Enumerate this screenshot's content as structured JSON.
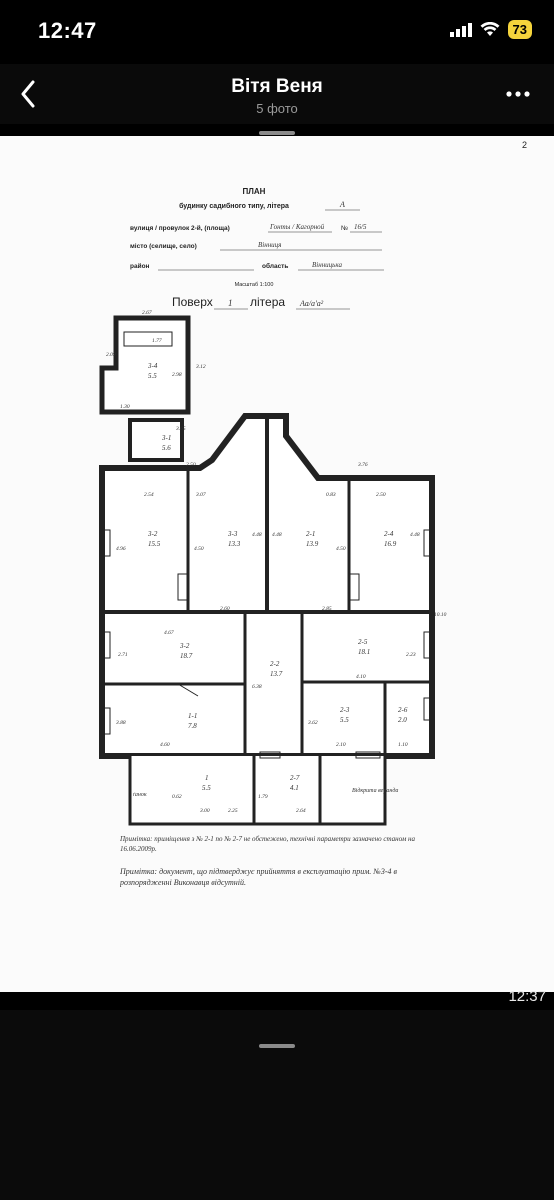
{
  "status_bar": {
    "time": "12:47",
    "battery": "73"
  },
  "header": {
    "title": "Вітя Веня",
    "subtitle": "5 фото"
  },
  "photo": {
    "timestamp": "12:37",
    "doc": {
      "page_no": "2",
      "title": "ПЛАН",
      "subtitle": "будинку садибного типу, літера",
      "litera": "А",
      "street_label": "вулиця / провулок 2-й, (площа)",
      "street_value": "Гонты / Кагорной",
      "house_label": "№",
      "house_value": "16/5",
      "city_label": "місто (селище, село)",
      "city_value": "Вінниця",
      "district_label": "район",
      "region_label": "область",
      "region_value": "Вінницька",
      "scale": "Масштаб 1:100",
      "floor_label": "Поверх",
      "floor_value": "1",
      "floor_litera_label": "літера",
      "floor_litera_value": "Аа/а'а²",
      "note1": "Примітка: приміщення з № 2-1 по № 2-7 не обстежено, технічні параметри зазначено станом на 16.06.2009р.",
      "note2": "Примітка: документ, що підтверджує прийняття в експлуатацію прим. №3-4 в розпорядженні Виконавця відсутній.",
      "rooms": [
        {
          "label": "3-4",
          "area": "5.5"
        },
        {
          "label": "3-1",
          "area": "5.6"
        },
        {
          "label": "3-2",
          "area": "15.5"
        },
        {
          "label": "3-3",
          "area": "13.3"
        },
        {
          "label": "2-1",
          "area": "13.9"
        },
        {
          "label": "2-4",
          "area": "16.9"
        },
        {
          "label": "3-2",
          "area": "18.7"
        },
        {
          "label": "2-2",
          "area": "13.7"
        },
        {
          "label": "2-5",
          "area": "18.1"
        },
        {
          "label": "1-1",
          "area": "7.8"
        },
        {
          "label": "2-3",
          "area": "5.5"
        },
        {
          "label": "2-6",
          "area": "2.0"
        },
        {
          "label": "1",
          "area": "5.5"
        },
        {
          "label": "2-7",
          "area": "4.1"
        }
      ],
      "dims": [
        "2.67",
        "1.77",
        "2.09",
        "2.98",
        "3.12",
        "1.30",
        "3.65",
        "2.50",
        "3.76",
        "2.54",
        "3.07",
        "0.83",
        "2.50",
        "4.96",
        "4.50",
        "4.48",
        "4.48",
        "4.50",
        "4.48",
        "2.60",
        "2.85",
        "10.10",
        "4.67",
        "2.71",
        "2.23",
        "6.38",
        "4.10",
        "3.88",
        "4.60",
        "3.62",
        "2.10",
        "1.10",
        "3.00",
        "2.25",
        "2.64",
        "1.79",
        "0.62"
      ],
      "porch_label": "ґанок",
      "open_veranda_label": "Відкрита веранда"
    }
  }
}
